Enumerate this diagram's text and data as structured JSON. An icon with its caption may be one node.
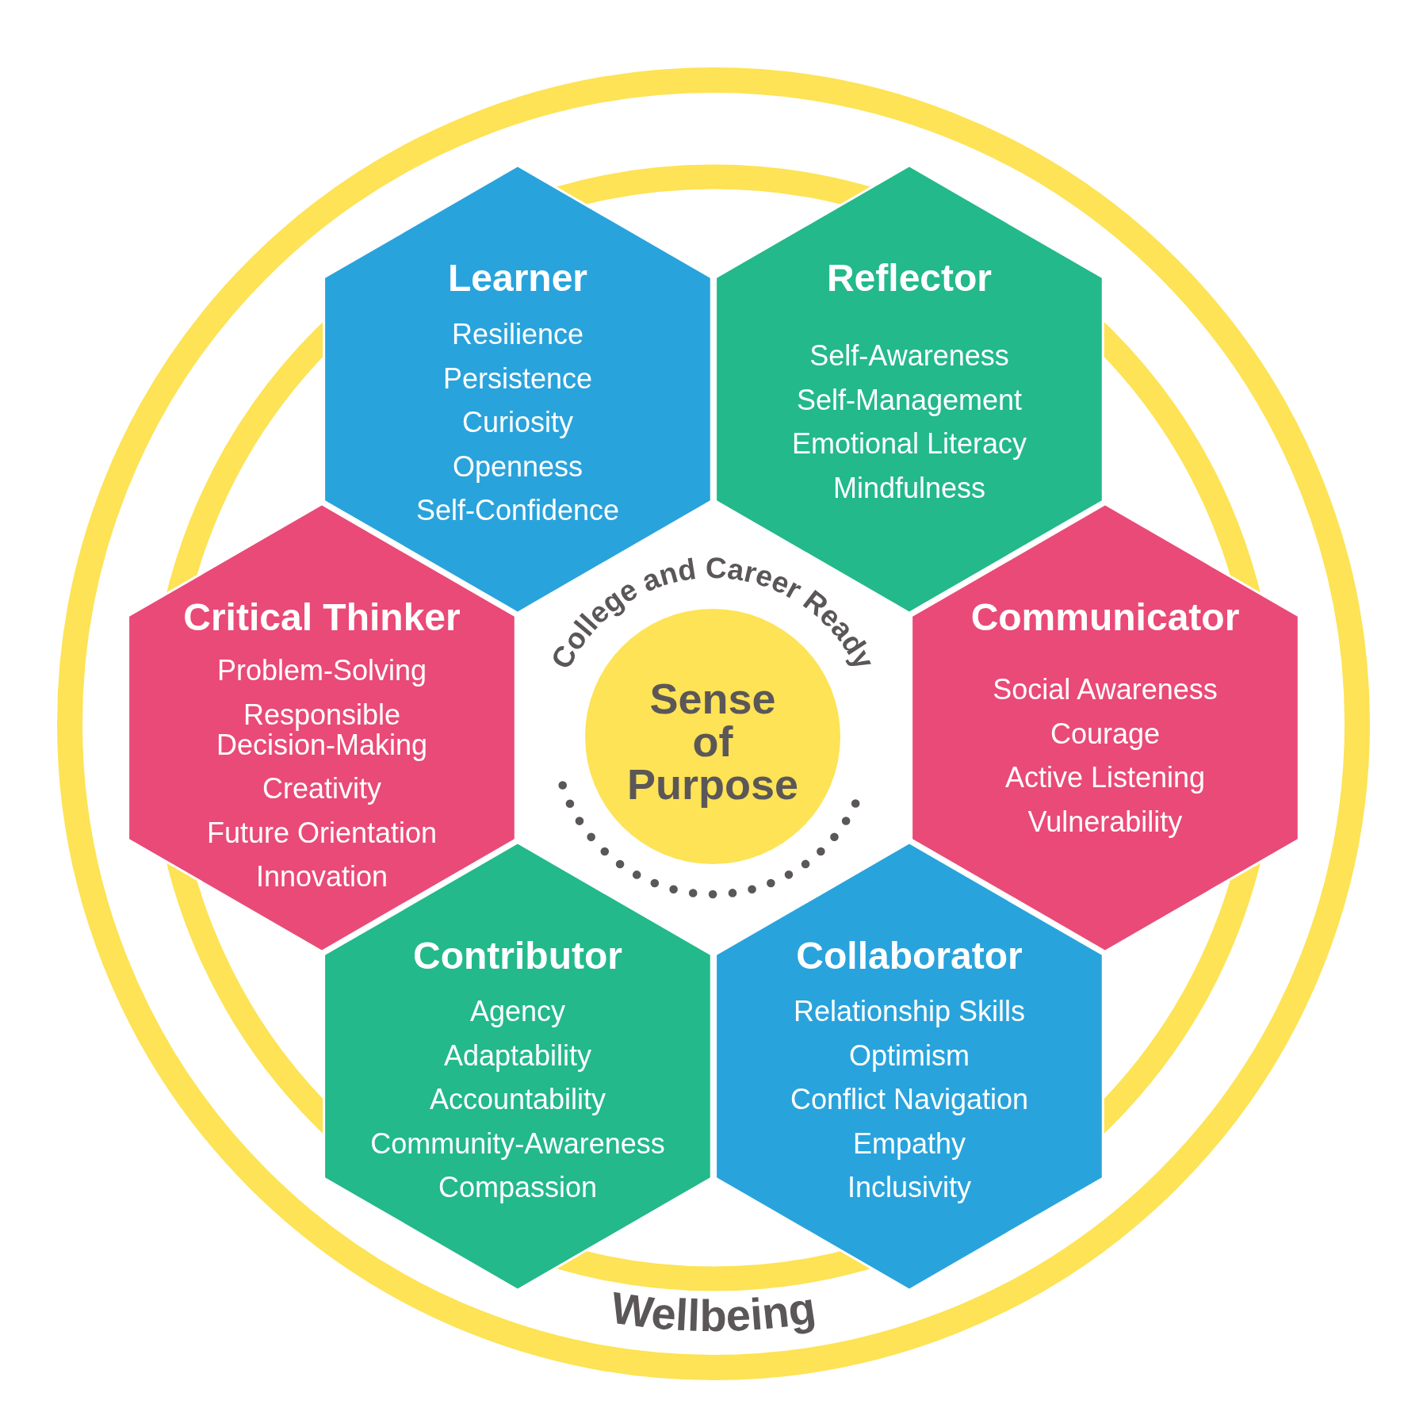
{
  "diagram": {
    "nodes": [
      {
        "text": [
          "Learner",
          "Resilience",
          "Persistence",
          "Curiosity",
          "Openness",
          "Self-Confidence"
        ]
      },
      {
        "text": [
          "Reflector",
          "Self-Awareness",
          "Self-Management",
          "Emotional Literacy",
          "Mindfulness"
        ]
      },
      {
        "text": [
          "Critical Thinker",
          "Problem-Solving",
          "Responsible Decision-Making",
          "Creativity",
          "Future Orientation",
          "Innovation"
        ]
      },
      {
        "text": [
          "Sense of Purpose"
        ]
      },
      {
        "text": [
          "Communicator",
          "Social Awareness",
          "Courage",
          "Active Listening",
          "Vulnerability"
        ]
      },
      {
        "text": [
          "Contributor",
          "Agency",
          "Adaptability",
          "Accountability",
          "Community-Awareness",
          "Compassion"
        ]
      },
      {
        "text": [
          "Collaborator",
          "Relationship Skills",
          "Optimism",
          "Conflict Navigation",
          "Empathy",
          "Inclusivity"
        ]
      }
    ],
    "labels": [
      "College and Career Ready",
      "Wellbeing"
    ]
  }
}
